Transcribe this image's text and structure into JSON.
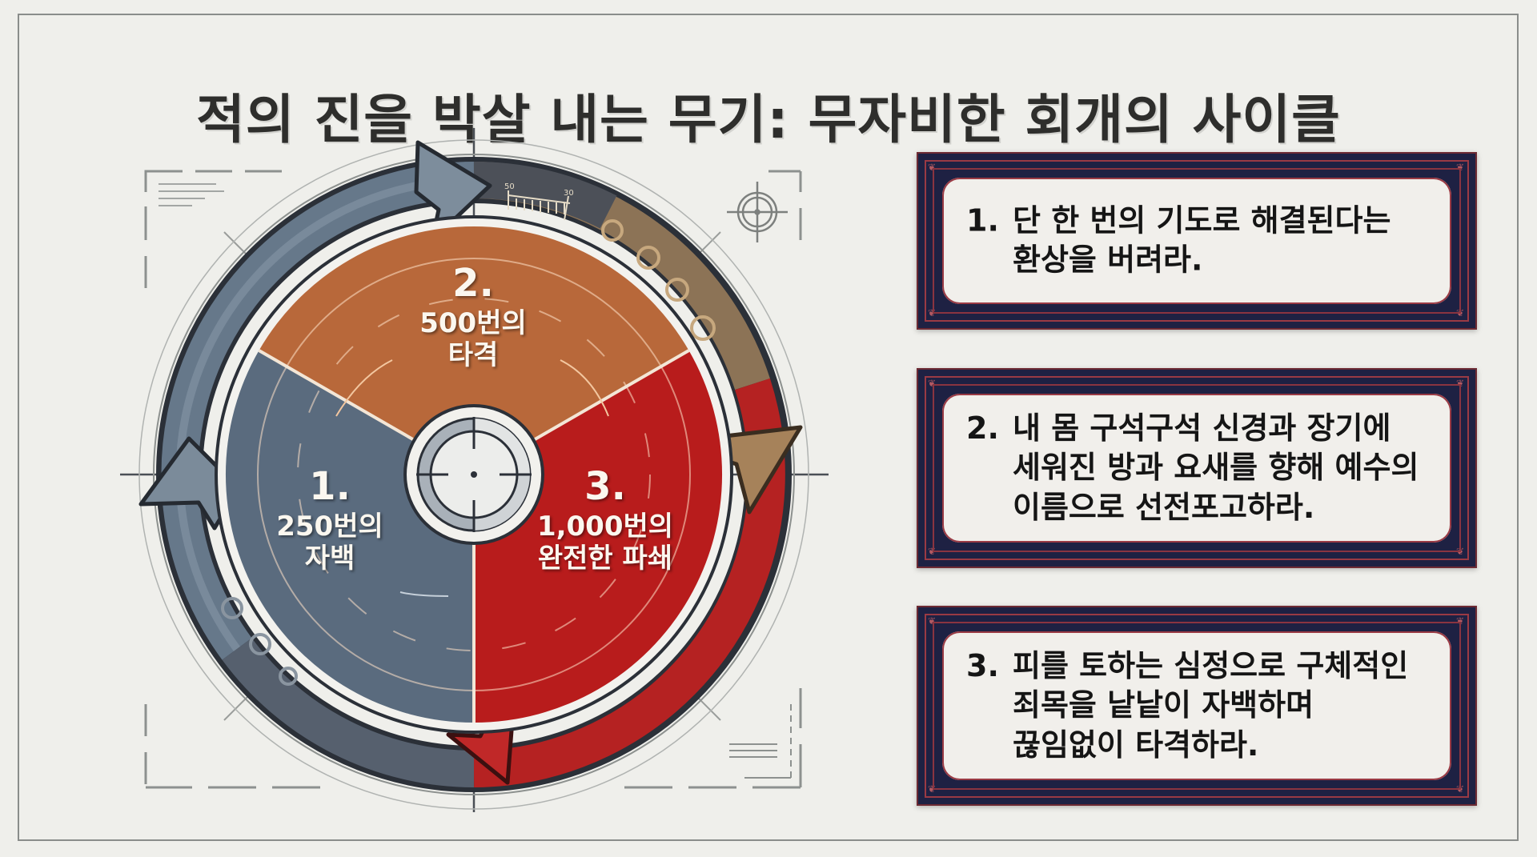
{
  "title": "적의 진을 박살 내는 무기: 무자비한 회개의 사이클",
  "colors": {
    "background": "#efefeb",
    "segment_confession": "#5a6b7e",
    "segment_strike": "#b8683a",
    "segment_destruction": "#b81c1c",
    "card_frame": "#1e2143",
    "card_accent": "#9a3a44"
  },
  "cycle": {
    "segments": [
      {
        "id": "confession",
        "number": "1.",
        "label": "250번의\n자백",
        "line1": "250번의",
        "line2": "자백",
        "color": "#5a6b7e"
      },
      {
        "id": "strike",
        "number": "2.",
        "label": "500번의\n타격",
        "line1": "500번의",
        "line2": "타격",
        "color": "#b8683a"
      },
      {
        "id": "destruction",
        "number": "3.",
        "label": "1,000번의\n완전한 파쇄",
        "line1": "1,000번의",
        "line2": "완전한 파쇄",
        "color": "#b81c1c"
      }
    ],
    "ruler_labels": [
      "50",
      "30"
    ],
    "icons": [
      "crosshair-icon",
      "gear-icon",
      "cycle-arrow-icon"
    ]
  },
  "cards": [
    {
      "number": "1.",
      "text": "단 한 번의 기도로 해결된다는\n환상을 버려라."
    },
    {
      "number": "2.",
      "text": "내 몸 구석구석 신경과 장기에\n세워진 방과 요새를 향해 예수의\n이름으로 선전포고하라."
    },
    {
      "number": "3.",
      "text": "피를 토하는 심정으로 구체적인\n죄목을 낱낱이 자백하며\n끊임없이 타격하라."
    }
  ]
}
